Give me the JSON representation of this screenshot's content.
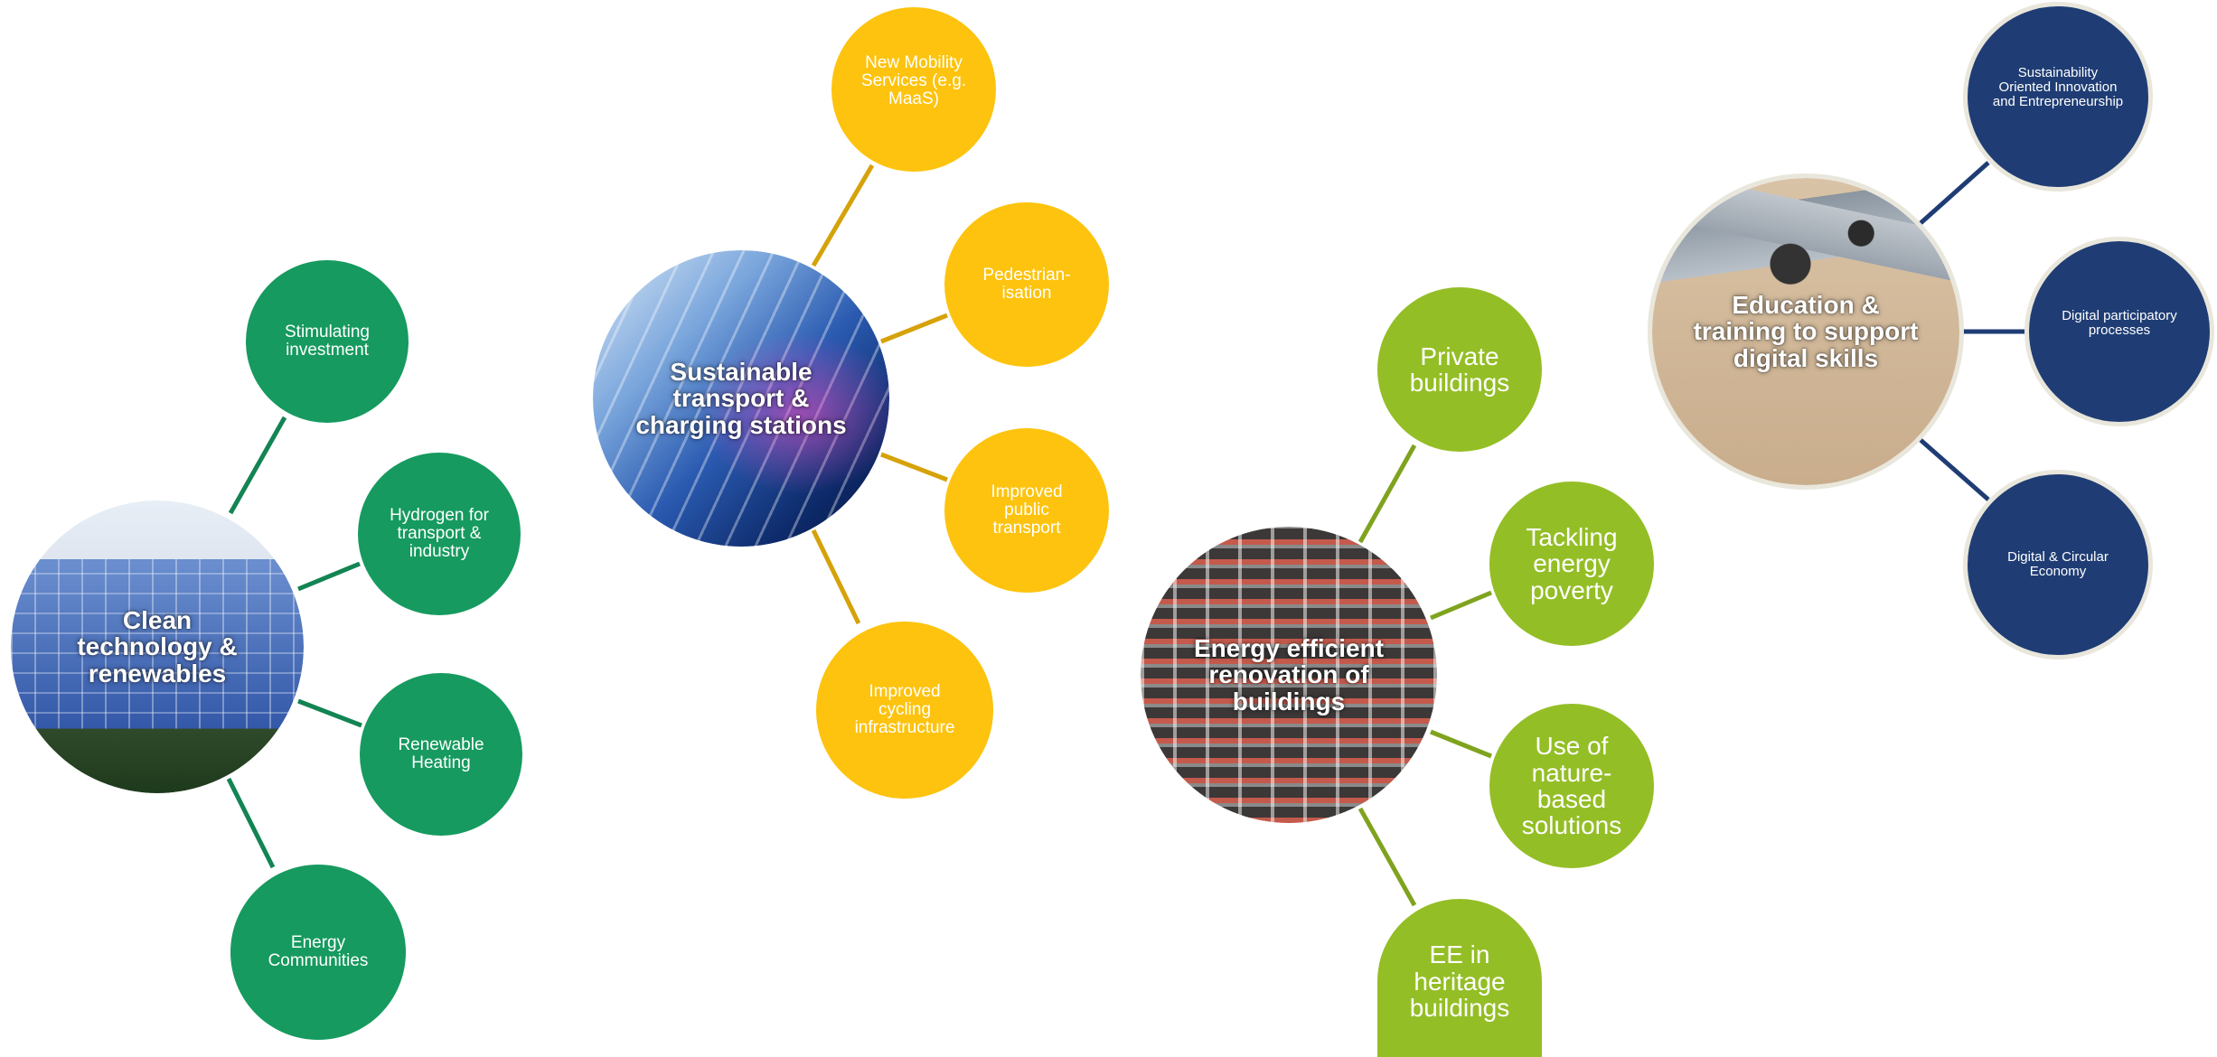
{
  "colors": {
    "green": "#169A5F",
    "yellow": "#FDC30E",
    "lime": "#94BE26",
    "navy": "#1F3D74",
    "green_line": "#138453",
    "yellow_line": "#D6A20A",
    "lime_line": "#7FA31E",
    "navy_line": "#1F3D74"
  },
  "clusters": {
    "clean_tech": {
      "hub": "Clean technology & renewables",
      "nodes": [
        "Stimulating investment",
        "Hydrogen for transport & industry",
        "Renewable Heating",
        "Energy Communities"
      ]
    },
    "transport": {
      "hub": "Sustainable transport & charging stations",
      "nodes": [
        "New Mobility Services (e.g. MaaS)",
        "Pedestrian-isation",
        "Improved public transport",
        "Improved cycling infrastructure"
      ]
    },
    "buildings": {
      "hub": "Energy efficient renovation of buildings",
      "nodes": [
        "Private buildings",
        "Tackling energy poverty",
        "Use of nature-based solutions",
        "EE in heritage buildings"
      ]
    },
    "digital": {
      "hub": "Education & training to support digital skills",
      "nodes": [
        "Sustainability Oriented Innovation and Entrepreneurship",
        "Digital participatory processes",
        "Digital & Circular Economy"
      ]
    }
  }
}
